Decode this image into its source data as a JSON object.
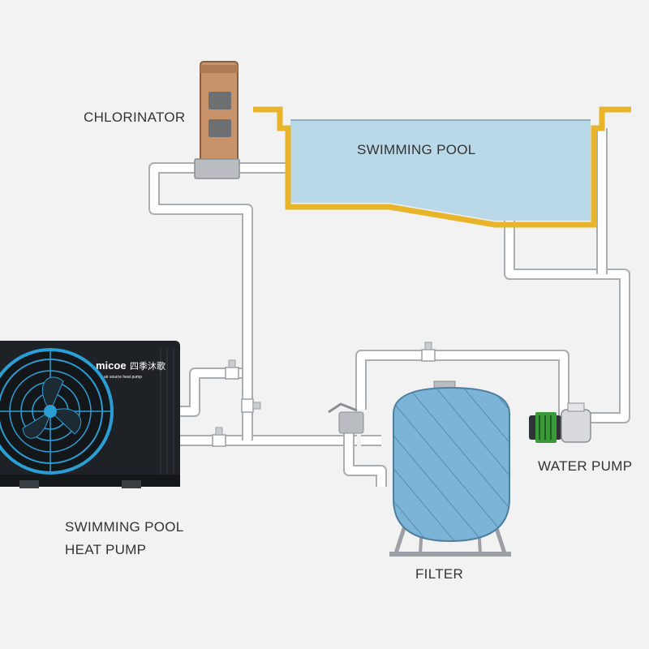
{
  "labels": {
    "chlorinator": "CHLORINATOR",
    "swimming_pool": "SWIMMING POOL",
    "water_pump": "WATER PUMP",
    "filter": "FILTER",
    "heat_pump_line1": "SWIMMING POOL",
    "heat_pump_line2": "HEAT PUMP"
  },
  "brand": {
    "name": "micoe",
    "chinese": "四季沐歌",
    "tagline": "air source heat pump"
  },
  "colors": {
    "background": "#f2f2f2",
    "pool_water": "#b9d9e8",
    "pool_border": "#e8b52a",
    "filter_tank": "#7cb4d8",
    "heat_pump_body": "#1e2226",
    "fan_accent": "#2a9fd6",
    "pump_green": "#3a9a3a",
    "chlorinator_body": "#c8926a",
    "pipe": "#ffffff"
  },
  "icons": {
    "heat_pump": "heat-pump-unit-icon",
    "fan": "fan-icon",
    "filter": "sand-filter-tank-icon",
    "water_pump": "water-pump-icon",
    "chlorinator": "chlorinator-icon",
    "valve": "valve-icon"
  }
}
